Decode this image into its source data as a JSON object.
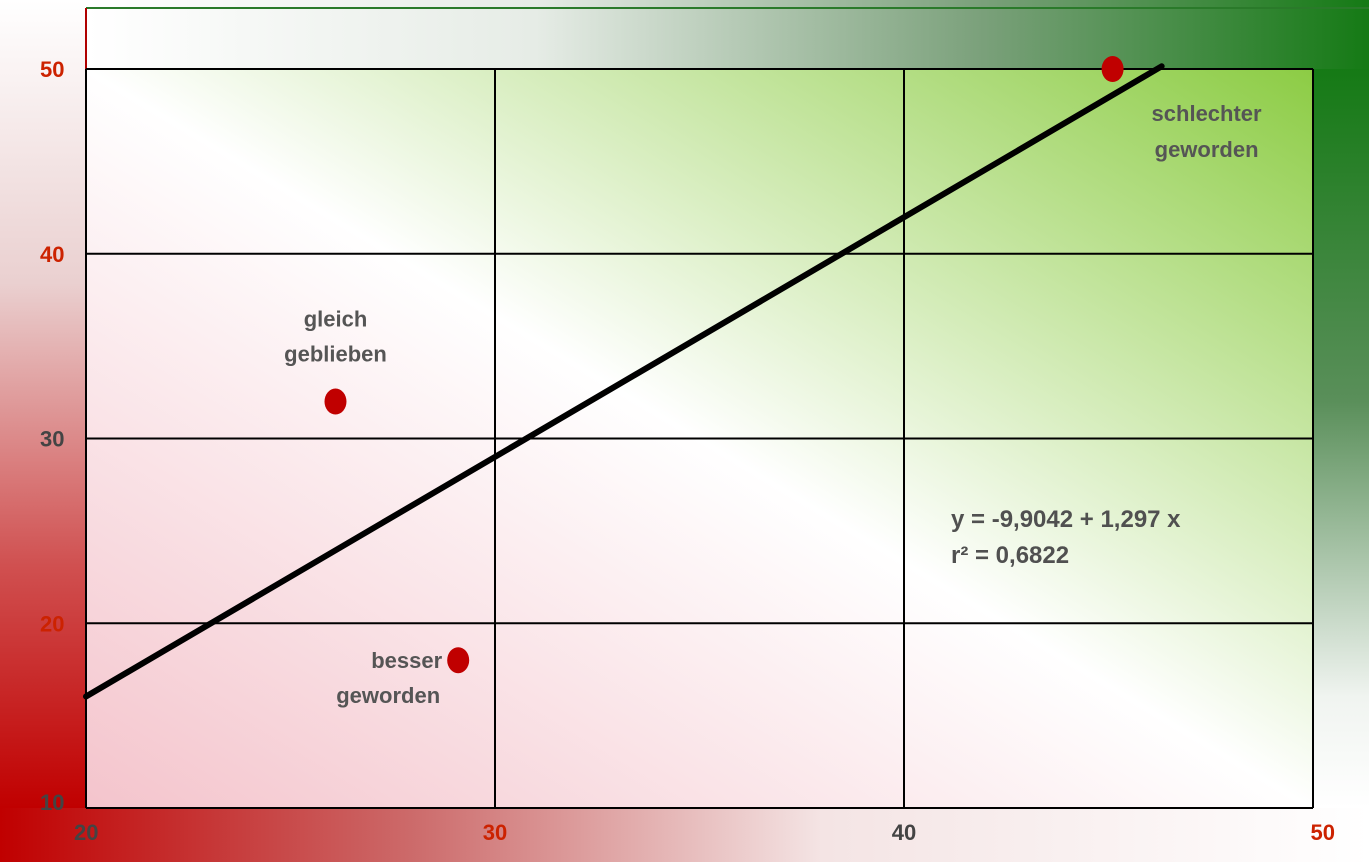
{
  "chart_data": {
    "type": "scatter",
    "xlim": [
      20,
      50
    ],
    "ylim": [
      10,
      50
    ],
    "x_ticks": [
      "20",
      "30",
      "40",
      "50"
    ],
    "y_ticks": [
      "10",
      "20",
      "30",
      "40",
      "50"
    ],
    "grid": true,
    "points": [
      {
        "x": 26.1,
        "y": 32,
        "label_lines": [
          "gleich",
          "geblieben"
        ]
      },
      {
        "x": 29.1,
        "y": 18,
        "label_lines": [
          "besser",
          "geworden"
        ]
      },
      {
        "x": 45.1,
        "y": 50,
        "label_lines": [
          "schlechter",
          "geworden"
        ]
      }
    ],
    "trendline": {
      "intercept": -9.9042,
      "slope": 1.297,
      "x_range": [
        20,
        46.3
      ]
    },
    "equation_lines": [
      "y = -9,9042 + 1,297 x",
      "r² = 0,6822"
    ],
    "colors": {
      "tick_red": "#cc2200",
      "tick_dark": "#444444",
      "point": "#c00000",
      "trendline": "#000000",
      "grid": "#000000"
    }
  }
}
